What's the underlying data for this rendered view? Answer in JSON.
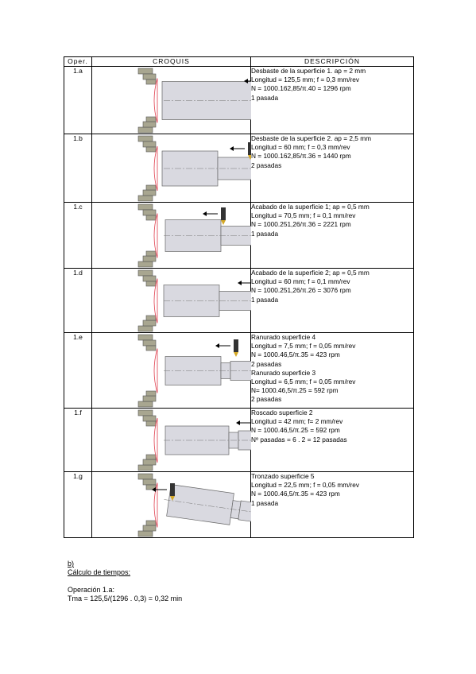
{
  "table": {
    "headers": {
      "oper": "Oper.",
      "croquis": "CROQUIS",
      "descripcion": "DESCRIPCIÓN"
    },
    "rows": [
      {
        "op": "1.a",
        "lines": [
          "Desbaste de la superficie 1. ap = 2 mm",
          "Longitud = 125,5 mm; f = 0,3 mm/rev",
          "N = 1000.162,85/π.40 = 1296 rpm",
          "1 pasada"
        ]
      },
      {
        "op": "1.b",
        "lines": [
          "Desbaste de la superficie 2. ap = 2,5 mm",
          "Longitud = 60 mm; f = 0,3 mm/rev",
          "N = 1000.162,85/π.36 = 1440 rpm",
          "2 pasadas"
        ]
      },
      {
        "op": "1.c",
        "lines": [
          "Acabado de la superficie 1; ap = 0,5 mm",
          "Longitud = 70,5 mm; f = 0,1 mm/rev",
          "N = 1000.251,26/π.36 = 2221 rpm",
          "1 pasada"
        ]
      },
      {
        "op": "1.d",
        "lines": [
          "Acabado de la superficie 2; ap = 0,5 mm",
          "Longitud = 60 mm; f = 0,1 mm/rev",
          "N = 1000.251,26/π.26 = 3076 rpm",
          "1 pasada"
        ]
      },
      {
        "op": "1.e",
        "lines": [
          "Ranurado superficie 4",
          "Longitud = 7,5 mm; f = 0,05 mm/rev",
          "N = 1000.46,5/π.35 = 423 rpm",
          "2 pasadas",
          "Ranurado superficie 3",
          "Longitud = 6,5 mm; f = 0,05 mm/rev",
          "N= 1000.46,5/π.25 = 592 rpm",
          "2 pasadas"
        ]
      },
      {
        "op": "1.f",
        "lines": [
          "Roscado superficie 2",
          "Longitud = 42 mm; f= 2 mm/rev",
          "N = 1000.46,5/π.25 = 592 rpm",
          "Nº pasadas = 6 . 2 = 12 pasadas"
        ]
      },
      {
        "op": "1.g",
        "lines": [
          "Tronzado superficie 5",
          "Longitud = 22,5 mm; f = 0,05 mm/rev",
          "N = 1000.46,5/π.35 = 423 rpm",
          "1 pasada"
        ]
      }
    ]
  },
  "section_b": {
    "label": "b)",
    "heading": "Cálculo de tiempos:",
    "operation_label": "Operación 1.a:",
    "formula": "Tma = 125,5/(1296 . 0,3) = 0,32 min"
  },
  "colors": {
    "jaw": "#a8a690",
    "jaw_stroke": "#555555",
    "part_fill": "#d9d9e0",
    "cut_outline": "#e0404f",
    "tool_tip": "#d4a827"
  }
}
